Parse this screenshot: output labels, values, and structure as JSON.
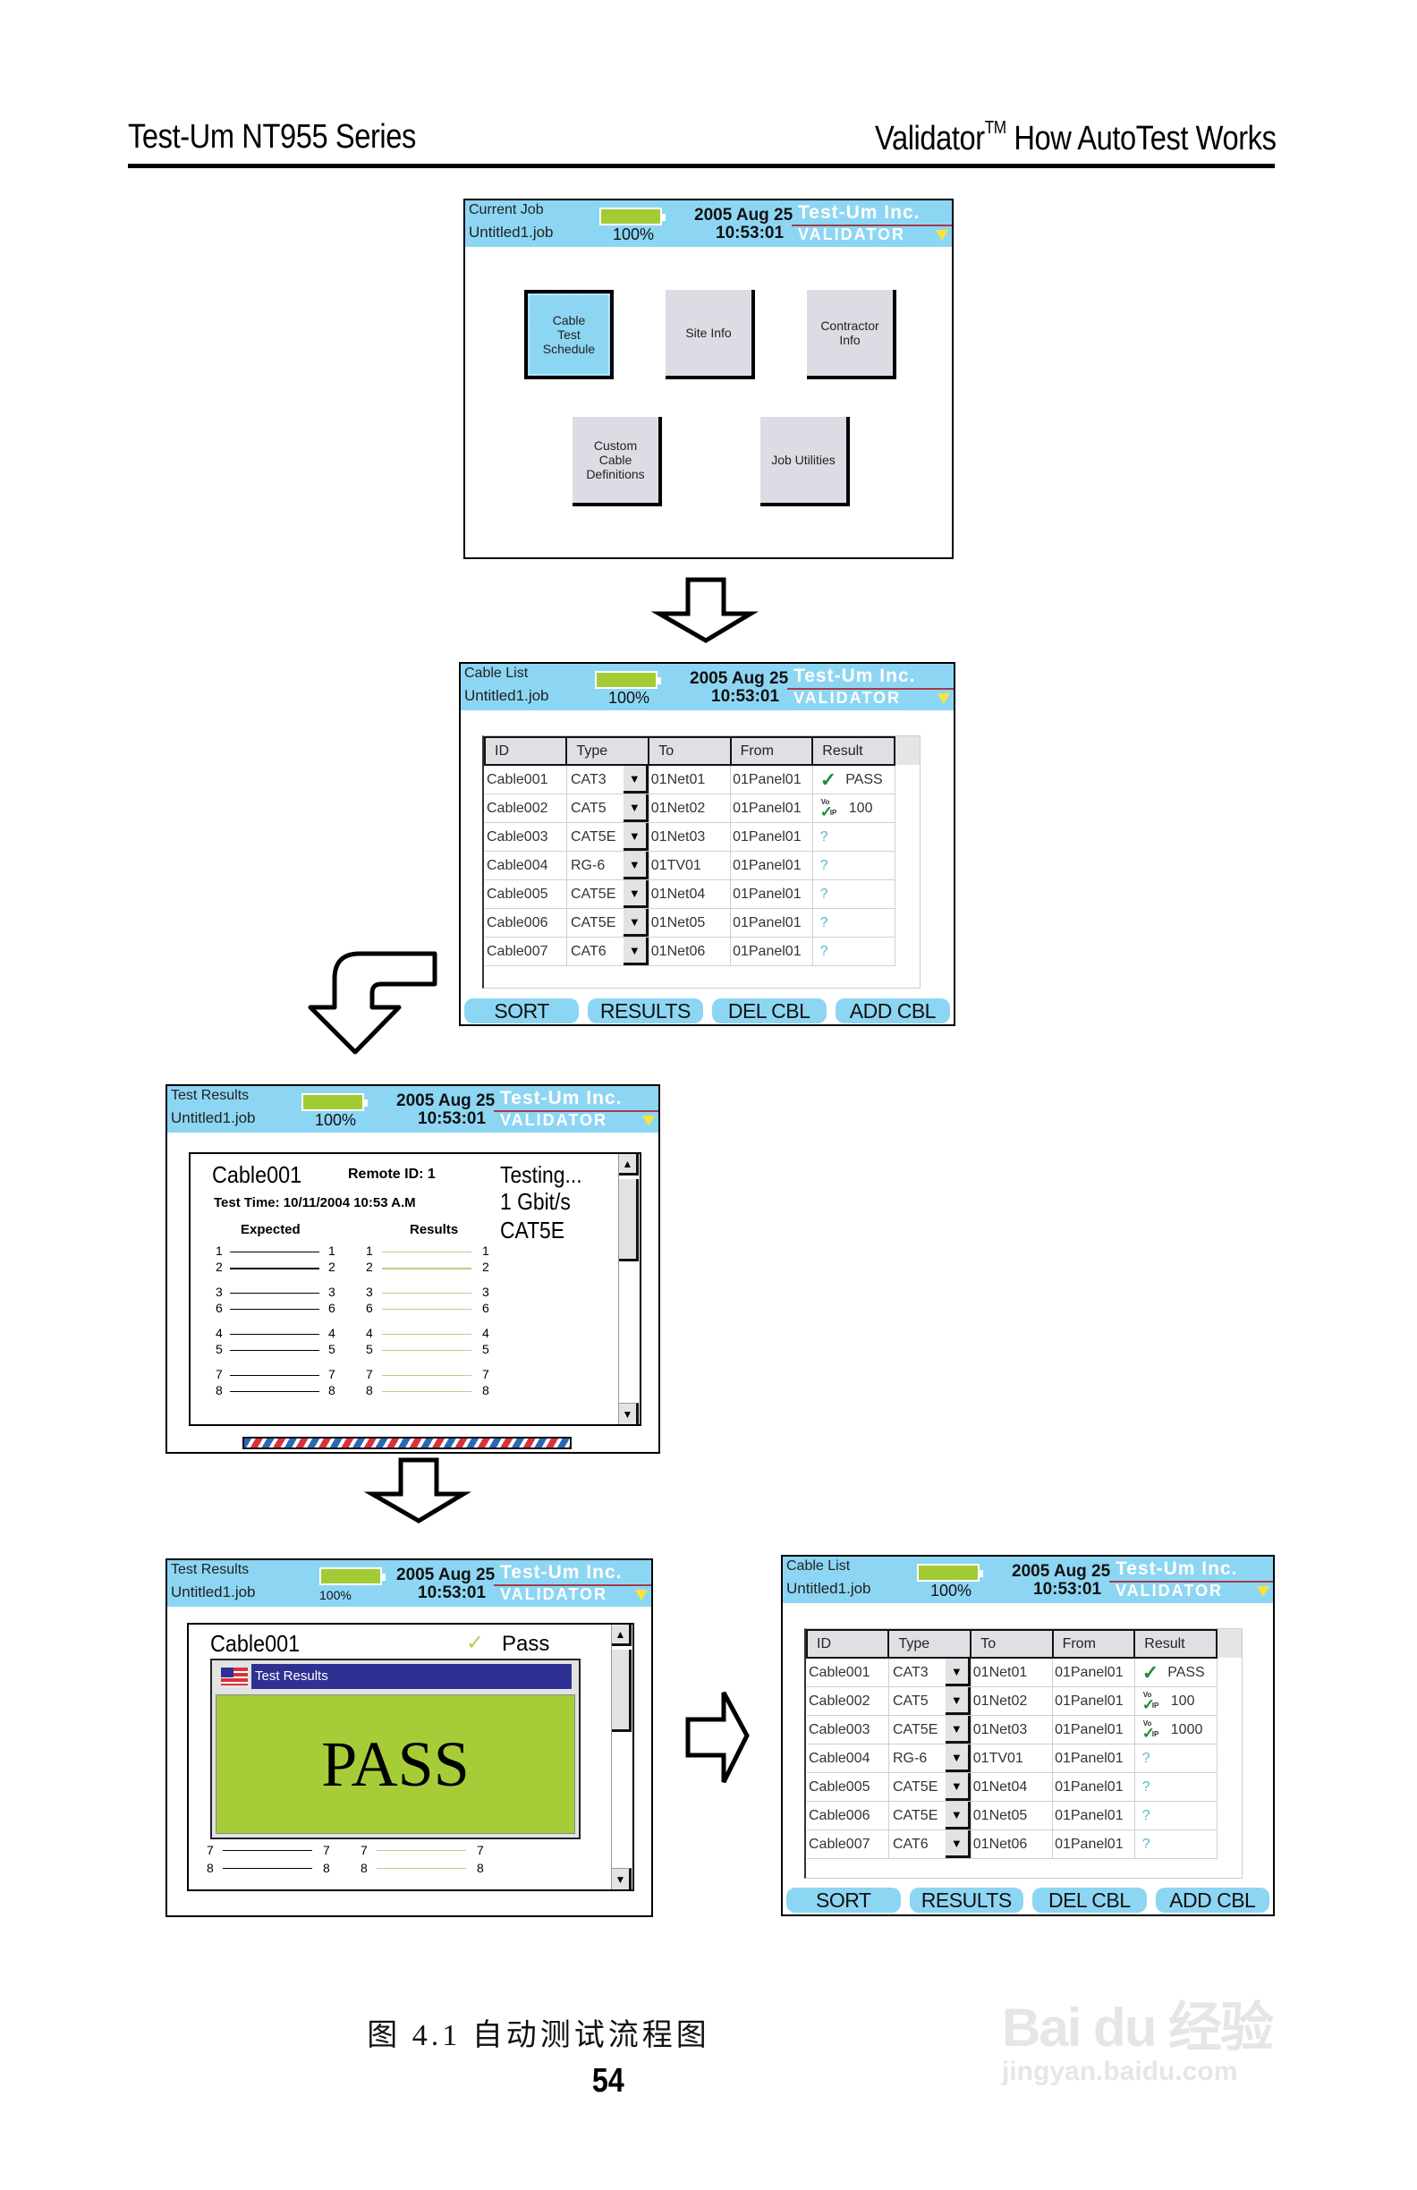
{
  "page": {
    "header_left": "Test-Um NT955 Series",
    "header_right": "Validator",
    "header_right_tm": "TM",
    "header_right_rest": " How AutoTest Works",
    "caption": "图 4.1 自动测试流程图",
    "page_number": "54",
    "watermark_main": "Bai du 经验",
    "watermark_url": "jingyan.baidu.com"
  },
  "device": {
    "battery_percent": "100%",
    "date": "2005 Aug 25",
    "time": "10:53:01",
    "brand": "Test-Um Inc.",
    "product": "VALIDATOR",
    "job": "Untitled1.job",
    "colors": {
      "header_bg": "#8dd6f3",
      "battery": "#a2cc34",
      "pass_bg": "#a6cd38",
      "dialog_title": "#2e3192"
    }
  },
  "screen1": {
    "mode": "Current Job",
    "tiles": [
      {
        "label": "Cable\nTest\nSchedule",
        "selected": true
      },
      {
        "label": "Site Info"
      },
      {
        "label": "Contractor\nInfo"
      },
      {
        "label": "Custom\nCable\nDefinitions"
      },
      {
        "label": "Job Utilities"
      }
    ]
  },
  "cable_list": {
    "mode": "Cable List",
    "columns": [
      "ID",
      "Type",
      "To",
      "From",
      "Result"
    ],
    "buttons": [
      "SORT",
      "RESULTS",
      "DEL CBL",
      "ADD CBL"
    ]
  },
  "screen2": {
    "rows": [
      {
        "id": "Cable001",
        "type": "CAT3",
        "to": "01Net01",
        "from": "01Panel01",
        "icon": "check-icon",
        "result": "PASS"
      },
      {
        "id": "Cable002",
        "type": "CAT5",
        "to": "01Net02",
        "from": "01Panel01",
        "icon": "voip-check-icon",
        "result": "100"
      },
      {
        "id": "Cable003",
        "type": "CAT5E",
        "to": "01Net03",
        "from": "01Panel01",
        "icon": "question-icon",
        "result": ""
      },
      {
        "id": "Cable004",
        "type": "RG-6",
        "to": "01TV01",
        "from": "01Panel01",
        "icon": "question-icon",
        "result": ""
      },
      {
        "id": "Cable005",
        "type": "CAT5E",
        "to": "01Net04",
        "from": "01Panel01",
        "icon": "question-icon",
        "result": ""
      },
      {
        "id": "Cable006",
        "type": "CAT5E",
        "to": "01Net05",
        "from": "01Panel01",
        "icon": "question-icon",
        "result": ""
      },
      {
        "id": "Cable007",
        "type": "CAT6",
        "to": "01Net06",
        "from": "01Panel01",
        "icon": "question-icon",
        "result": ""
      }
    ]
  },
  "screen3": {
    "mode": "Test Results",
    "cable": "Cable001",
    "remote_id": "Remote ID: 1",
    "test_time": "Test Time: 10/11/2004  10:53 A.M",
    "status": "Testing...",
    "speed": "1 Gbit/s",
    "category": "CAT5E",
    "expected_label": "Expected",
    "results_label": "Results",
    "pins": [
      "1",
      "2",
      "3",
      "6",
      "4",
      "5",
      "7",
      "8"
    ]
  },
  "screen4": {
    "mode": "Test Results",
    "cable": "Cable001",
    "status": "Pass",
    "dialog_title": "Test Results",
    "dialog_result": "PASS",
    "pins_visible": [
      "7",
      "8"
    ]
  },
  "screen5": {
    "rows": [
      {
        "id": "Cable001",
        "type": "CAT3",
        "to": "01Net01",
        "from": "01Panel01",
        "icon": "check-icon",
        "result": "PASS"
      },
      {
        "id": "Cable002",
        "type": "CAT5",
        "to": "01Net02",
        "from": "01Panel01",
        "icon": "voip-check-icon",
        "result": "100"
      },
      {
        "id": "Cable003",
        "type": "CAT5E",
        "to": "01Net03",
        "from": "01Panel01",
        "icon": "voip-check-icon",
        "result": "1000"
      },
      {
        "id": "Cable004",
        "type": "RG-6",
        "to": "01TV01",
        "from": "01Panel01",
        "icon": "question-icon",
        "result": ""
      },
      {
        "id": "Cable005",
        "type": "CAT5E",
        "to": "01Net04",
        "from": "01Panel01",
        "icon": "question-icon",
        "result": ""
      },
      {
        "id": "Cable006",
        "type": "CAT5E",
        "to": "01Net05",
        "from": "01Panel01",
        "icon": "question-icon",
        "result": ""
      },
      {
        "id": "Cable007",
        "type": "CAT6",
        "to": "01Net06",
        "from": "01Panel01",
        "icon": "question-icon",
        "result": ""
      }
    ]
  }
}
